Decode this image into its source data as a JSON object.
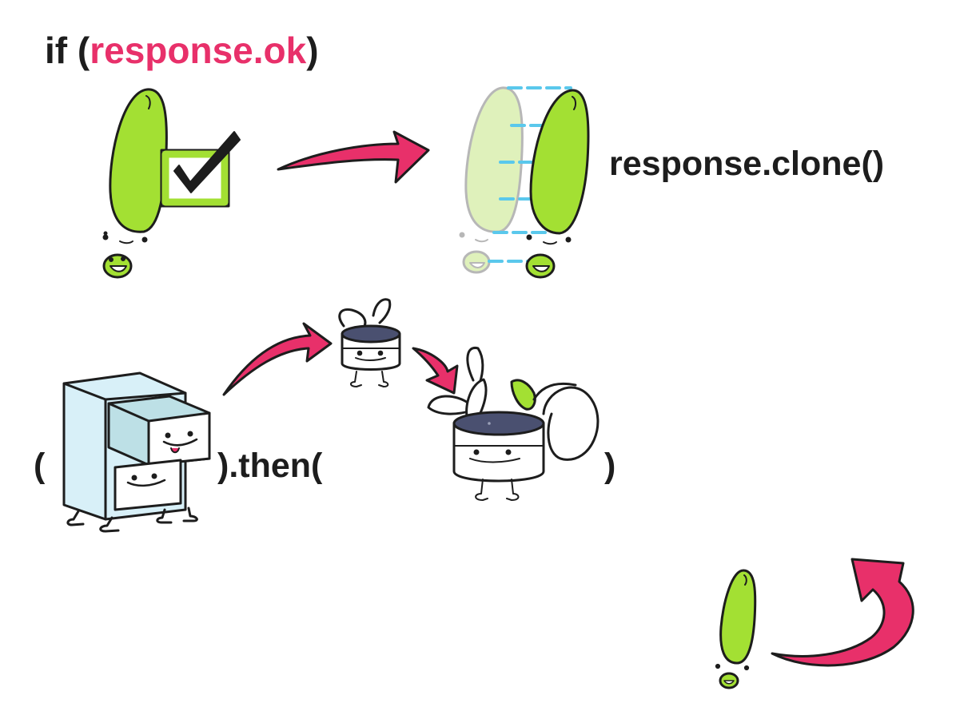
{
  "code": {
    "if_prefix": "if (",
    "condition": "response.ok",
    "if_suffix": ")",
    "clone_call": "response.clone()",
    "paren_open": "(",
    "then_call": ").then(",
    "paren_close": ")"
  },
  "colors": {
    "accent": "#e8306a",
    "green": "#a3e033",
    "ghost_green": "#dcf0b4",
    "outline": "#1d1d1d",
    "dash_blue": "#5ac8ec",
    "cabinet": "#d8f0f8",
    "drawer": "#bde0e6",
    "tin_lid": "#4a5070"
  },
  "icons": [
    "exclamation-character-icon",
    "checkbox-checked-icon",
    "arrow-right-icon",
    "ghost-exclamation-clone-icon",
    "filing-cabinet-character-icon",
    "open-tin-character-icon",
    "curved-return-arrow-icon"
  ]
}
